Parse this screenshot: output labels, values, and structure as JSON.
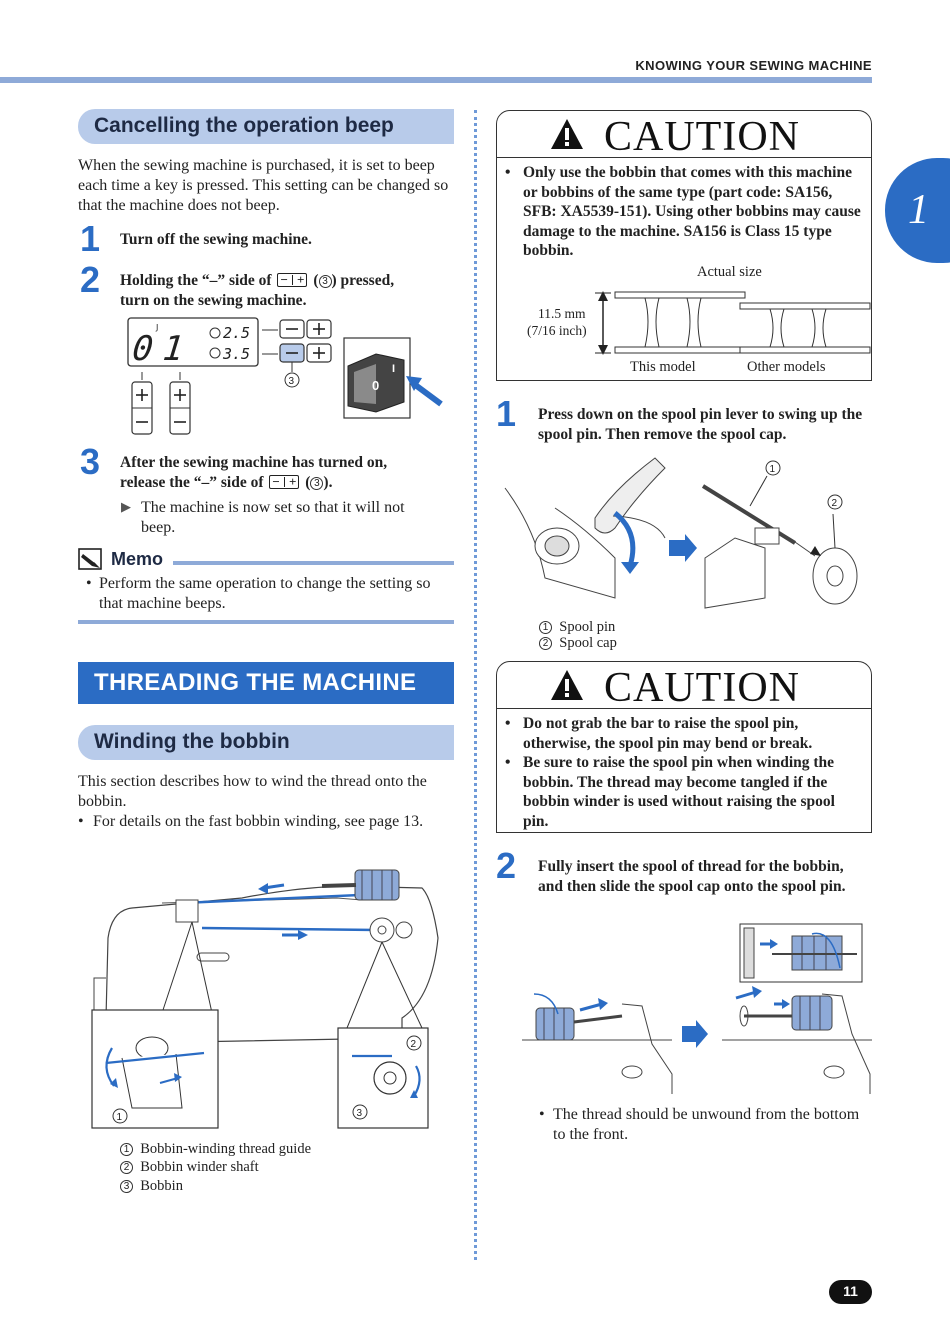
{
  "header": {
    "title": "KNOWING YOUR SEWING MACHINE",
    "chapter": "1"
  },
  "beep": {
    "heading": "Cancelling the operation beep",
    "intro": "When the sewing machine is purchased, it is set to beep each time a key is pressed. This setting can be changed so that the machine does not beep.",
    "steps": [
      {
        "num": "1",
        "text": "Turn off the sewing machine."
      },
      {
        "num": "2",
        "text_a": "Holding the “–” side of",
        "text_b": "(",
        "ref": "3",
        "text_c": ") pressed,",
        "text_d": "turn on the sewing machine."
      },
      {
        "num": "3",
        "text_a": "After the sewing machine has turned on,",
        "text_b": "release the “–” side of",
        "text_c": "(",
        "ref": "3",
        "text_d": ")."
      }
    ],
    "result": "The machine is now set so that it will not beep.",
    "display": {
      "big": "01",
      "row1": "2.5",
      "row2": "3.5",
      "callout": "3",
      "switch_off": "0",
      "switch_on": "I"
    }
  },
  "memo": {
    "label": "Memo",
    "text": "Perform the same operation to change the setting so that machine beeps."
  },
  "threading": {
    "banner": "THREADING THE MACHINE",
    "sub_heading": "Winding the bobbin",
    "intro": "This section describes how to wind the thread onto the bobbin.",
    "bullet": "For details on the fast bobbin winding, see page 13.",
    "legend": [
      {
        "n": "1",
        "label": "Bobbin-winding thread guide"
      },
      {
        "n": "2",
        "label": "Bobbin winder shaft"
      },
      {
        "n": "3",
        "label": "Bobbin"
      }
    ]
  },
  "caution1": {
    "title": "CAUTION",
    "items": [
      "Only use the bobbin that comes with this machine or bobbins of the same type (part code: SA156, SFB: XA5539-151). Using other bobbins may cause damage to the machine. SA156 is Class 15 type bobbin."
    ],
    "actual_size": "Actual size",
    "dimension_a": "11.5 mm",
    "dimension_b": "(7/16 inch)",
    "this_model": "This model",
    "other_models": "Other models"
  },
  "right_steps": [
    {
      "num": "1",
      "text": "Press down on the spool pin lever to swing up the spool pin. Then remove the spool cap."
    },
    {
      "num": "2",
      "text": "Fully insert the spool of thread for the bobbin, and then slide the spool cap onto the spool pin."
    }
  ],
  "spool_legend": [
    {
      "n": "1",
      "label": "Spool pin"
    },
    {
      "n": "2",
      "label": "Spool cap"
    }
  ],
  "caution2": {
    "title": "CAUTION",
    "items": [
      "Do not grab the bar to raise the spool pin, otherwise, the spool pin may bend or break.",
      "Be sure to raise the spool pin when winding the bobbin. The thread may become tangled if the bobbin winder is used without raising the spool pin."
    ]
  },
  "note": "The thread should be unwound from the bottom to the front.",
  "page_number": "11",
  "colors": {
    "accent": "#2b6cc4",
    "pill": "#b8cbea",
    "rule": "#8eaad8"
  }
}
